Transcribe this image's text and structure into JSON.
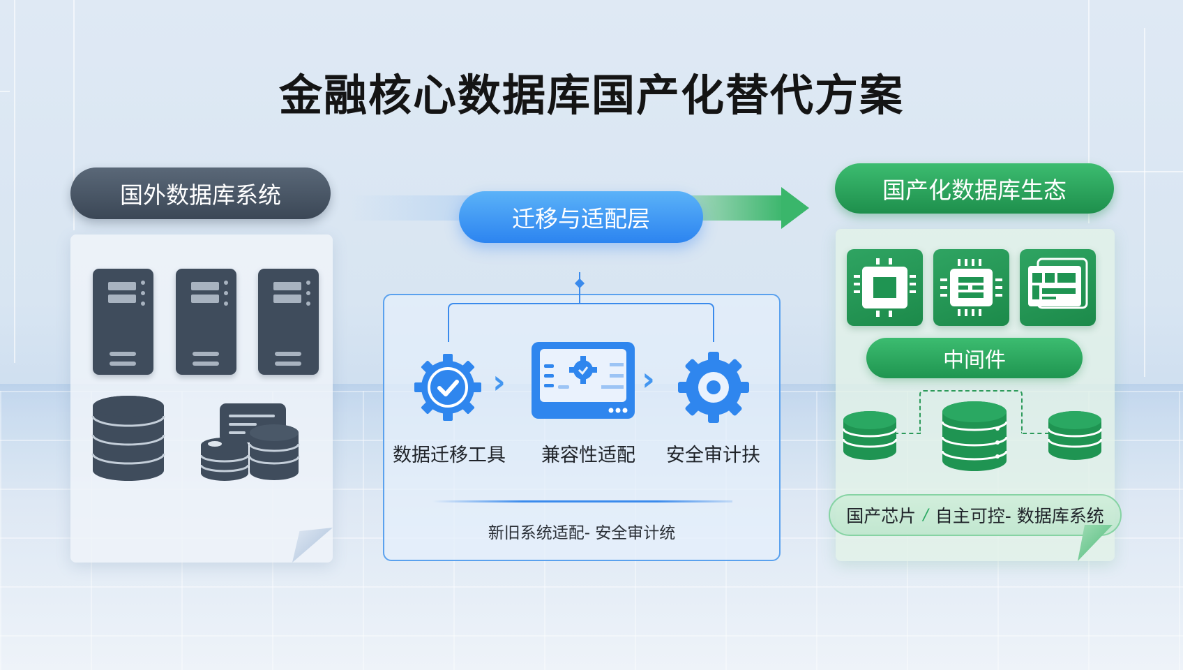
{
  "title": "金融核心数据库国产化替代方案",
  "left_panel": {
    "header": "国外数据库系统",
    "icons": [
      "server-icon",
      "server-icon",
      "server-icon",
      "database-stack-icon",
      "database-cluster-icon"
    ],
    "color": "#3f4c5c"
  },
  "middle_panel": {
    "header": "迁移与适配层",
    "steps": [
      {
        "label": "数据迁移工具",
        "icon": "gear-check-icon"
      },
      {
        "label": "兼容性适配",
        "icon": "monitor-gear-icon"
      },
      {
        "label": "安全审计扶",
        "icon": "gear-icon"
      }
    ],
    "caption": "新旧系统适配- 安全审计统",
    "color": "#2c84f0"
  },
  "right_panel": {
    "header": "国产化数据库生态",
    "chips": [
      "cpu-chip-icon",
      "processor-icon",
      "board-icon"
    ],
    "middleware": "中间件",
    "databases": [
      "database-icon",
      "database-icon",
      "database-icon"
    ],
    "caption": {
      "left": "国产芯片",
      "separator_icon": "link-icon",
      "right": "自主可控- 数据库系统"
    },
    "color": "#1e8f4c"
  }
}
